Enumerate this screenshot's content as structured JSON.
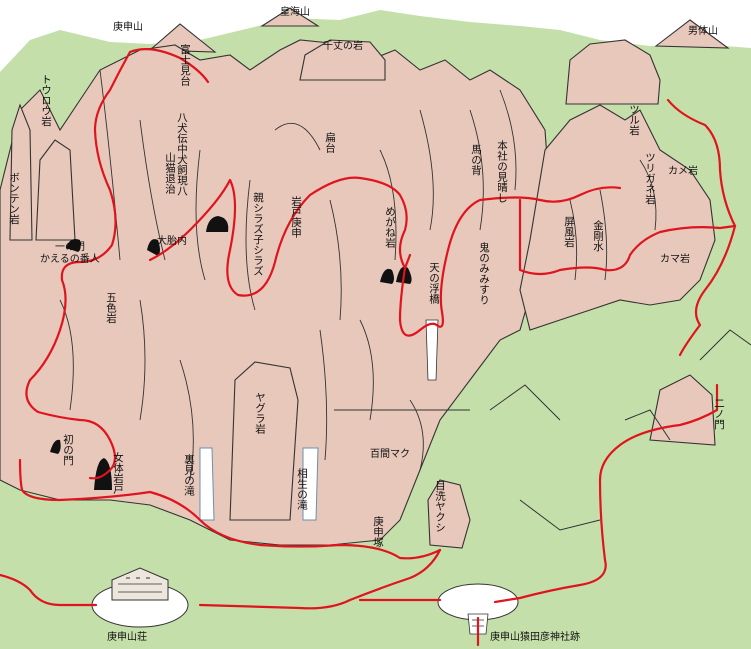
{
  "colors": {
    "sky": "#ffffff",
    "meadow": "#c5dfaa",
    "rock": "#e7c8bb",
    "rock_shade": "#d9b3a4",
    "outline": "#333333",
    "trail": "#e0141e",
    "cave": "#111111"
  },
  "labels": {
    "koushinzan": "庚申山",
    "koukaizan": "皇海山",
    "nantaisan": "男体山",
    "fujimidai": "富士見台",
    "senjo_iwa": "千丈の岩",
    "touroku_iwa": "トウロウ岩",
    "bonten_iwa": "ボンテン岩",
    "hakken": "八犬伝中犬飼現八",
    "yamaneko": "山猫退治",
    "ichinomon": "一の門",
    "kaeru": "かえるの番人",
    "tainai": "大胎内",
    "goshiki": "五色岩",
    "oya_shirazu": "親シラズ子シラズ",
    "iwado": "岩戸庚申",
    "hyoudai": "扁台",
    "megane": "めがね岩",
    "ten_ukihashi": "天の浮橋",
    "uma_no_se": "馬の背",
    "honsha": "本社の見晴し",
    "oni": "鬼のみみすり",
    "tsuru": "ツル岩",
    "tsurigane": "ツリガネ岩",
    "kame": "カメ岩",
    "byoubu": "屏風岩",
    "kongousui": "金剛水",
    "kama": "カマ岩",
    "hatsunomon": "初の門",
    "nyotai": "女体岩戸",
    "urami": "裏見の滝",
    "yagura": "ヤグラ岩",
    "aioi": "相生の滝",
    "hyakken": "百間マク",
    "mearai": "目洗ヤクシ",
    "koushinzuka": "庚申塚",
    "ninomon": "二ノ門",
    "sanso": "庚申山荘",
    "jinja": "庚申山猿田彦神社跡"
  }
}
